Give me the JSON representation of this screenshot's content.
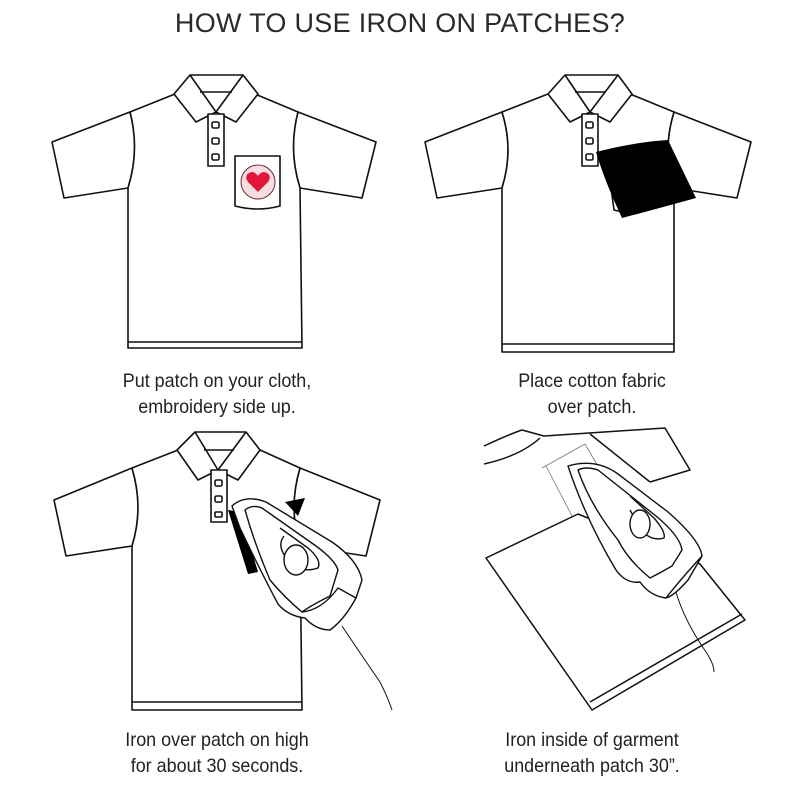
{
  "title": "HOW TO USE IRON ON PATCHES?",
  "steps": [
    {
      "line1": "Put patch on your cloth,",
      "line2": "embroidery side up.",
      "illustration": "shirt-with-heart-patch"
    },
    {
      "line1": "Place cotton fabric",
      "line2": "over patch.",
      "illustration": "shirt-with-cloth-over-patch"
    },
    {
      "line1": "Iron over patch on high",
      "line2": "for about 30 seconds.",
      "illustration": "ironing-shirt-front"
    },
    {
      "line1": "Iron inside of garment",
      "line2": "underneath patch 30”.",
      "illustration": "ironing-inside-out-garment"
    }
  ],
  "colors": {
    "heart": "#e0173a",
    "patch_ring": "#f6dde2",
    "cloth": "#000000",
    "line": "#111111"
  }
}
